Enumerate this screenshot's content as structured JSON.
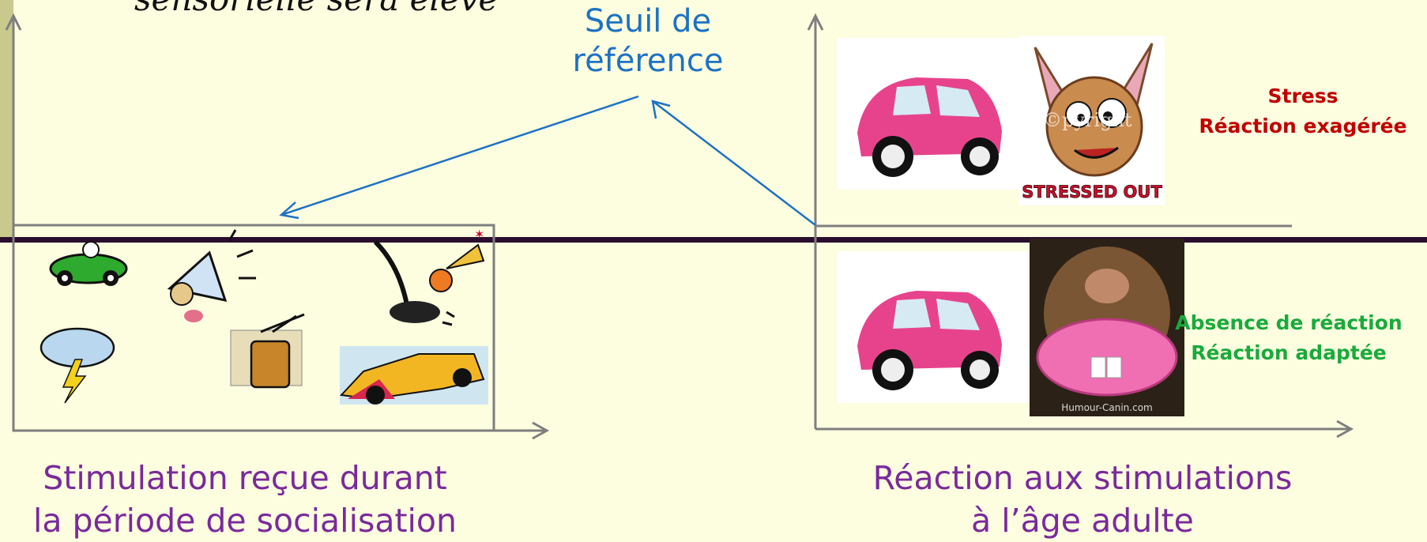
{
  "top_text": "sensorielle sera élevé",
  "threshold": {
    "line1": "Seuil de",
    "line2": "référence"
  },
  "left_caption": {
    "line1": "Stimulation reçue durant",
    "line2": "la période de socialisation"
  },
  "right_caption": {
    "line1": "Réaction aux stimulations",
    "line2": "à l’âge adulte"
  },
  "stress": {
    "line1": "Stress",
    "line2": "Réaction exagérée"
  },
  "calm": {
    "line1": "Absence de réaction",
    "line2": "Réaction adaptée"
  },
  "stressed_out_text": "STRESSED OUT",
  "watermark_copyright": "©pyright",
  "watermark_dog": "Humour-Canin.com",
  "colors": {
    "background": "#fdfde0",
    "axis": "#7f7f7f",
    "arrow": "#1d72c4",
    "caption": "#7a2a9b",
    "stress": "#c00000",
    "calm": "#1aaa3c",
    "divider": "#2b0d2e"
  }
}
